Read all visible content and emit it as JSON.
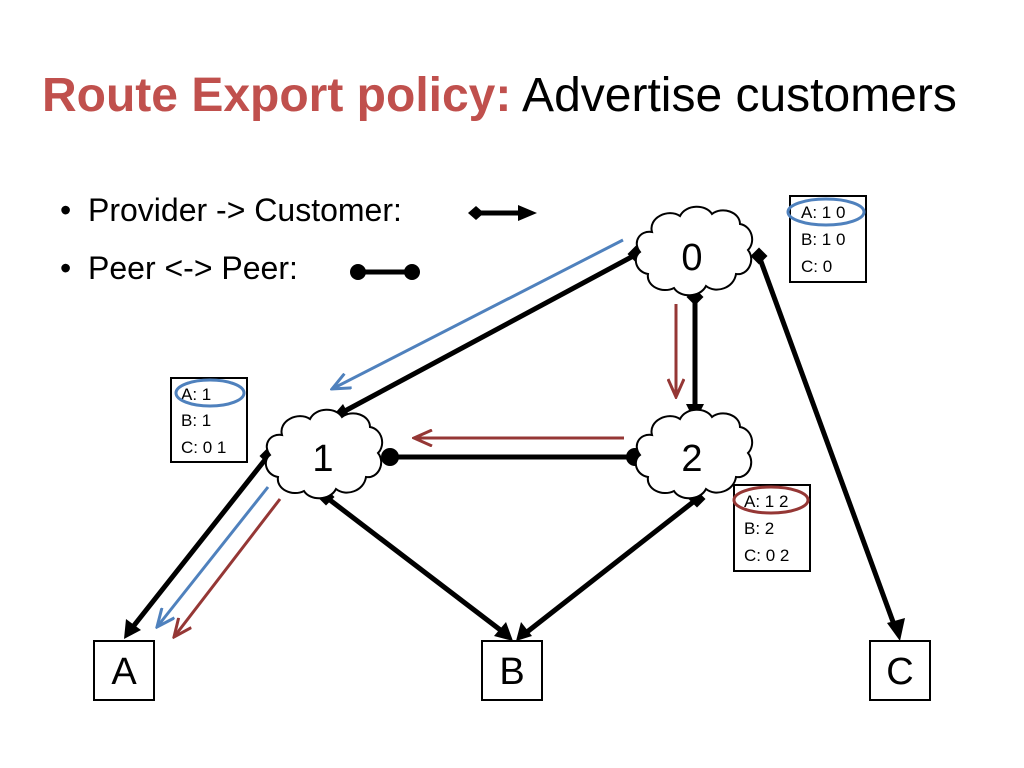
{
  "title": {
    "highlight": "Route Export policy:",
    "rest": "Advertise customers"
  },
  "bullets": [
    {
      "text": "Provider -> Customer:",
      "legend_icon": "provider-customer-arrow-icon"
    },
    {
      "text": "Peer <-> Peer:",
      "legend_icon": "peer-peer-link-icon"
    }
  ],
  "nodes": {
    "n0": {
      "label": "0"
    },
    "n1": {
      "label": "1"
    },
    "n2": {
      "label": "2"
    }
  },
  "leaves": {
    "A": {
      "label": "A"
    },
    "B": {
      "label": "B"
    },
    "C": {
      "label": "C"
    }
  },
  "tables": {
    "t0": {
      "rows": [
        "A: 1 0",
        "B: 1 0",
        "C: 0"
      ],
      "circled_row": "A: 1 0",
      "circle_color": "#4f81bd"
    },
    "t1": {
      "rows": [
        "A: 1",
        "B: 1",
        "C: 0 1"
      ],
      "circled_row": "A: 1",
      "circle_color": "#4f81bd"
    },
    "t2": {
      "rows": [
        "A: 1 2",
        "B: 2",
        "C: 0 2"
      ],
      "circled_row": "A: 1 2",
      "circle_color": "#953735"
    }
  },
  "colors": {
    "title_red": "#c0504d",
    "advert_blue": "#4f81bd",
    "advert_red": "#953735",
    "link": "#000000"
  }
}
